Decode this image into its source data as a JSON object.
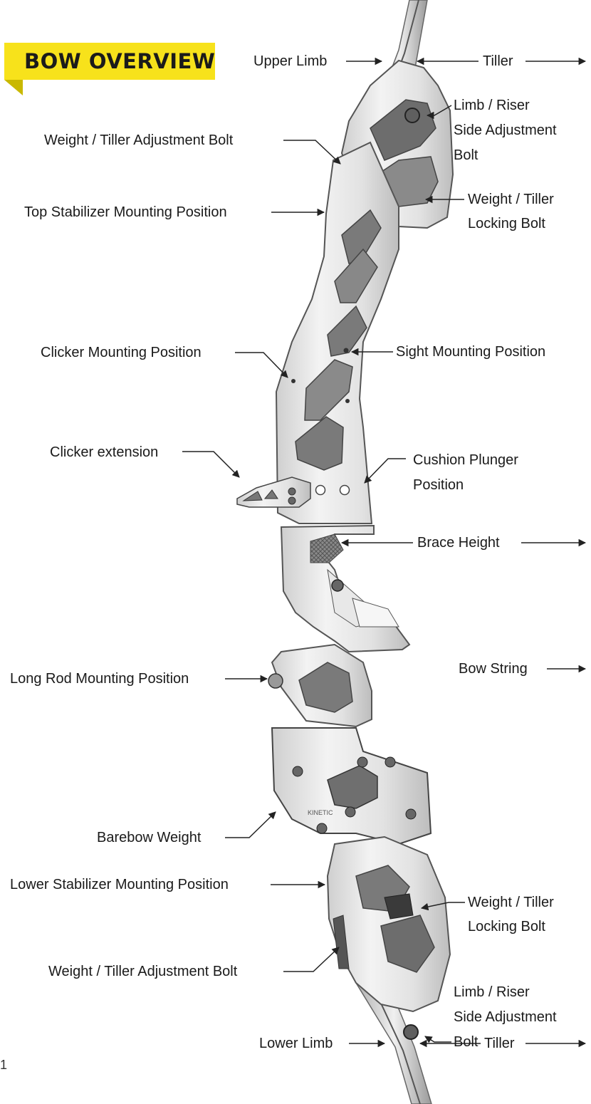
{
  "heading": "BOW OVERVIEW",
  "colors": {
    "banner": "#f7e21b",
    "banner_shadow": "#c9b800",
    "text": "#1a1a1a",
    "leader": "#222222"
  },
  "labels": {
    "upper_limb": "Upper Limb",
    "tiller_top": "Tiller",
    "limb_riser_top": [
      "Limb / Riser",
      "Side Adjustment",
      "Bolt"
    ],
    "weight_tiller_adjust_top": "Weight / Tiller Adjustment Bolt",
    "weight_tiller_lock_top": [
      "Weight / Tiller",
      "Locking Bolt"
    ],
    "top_stabilizer": "Top Stabilizer Mounting Position",
    "clicker_mount": "Clicker Mounting Position",
    "sight_mount": "Sight Mounting Position",
    "clicker_extension": "Clicker extension",
    "cushion_plunger": [
      "Cushion Plunger",
      "Position"
    ],
    "brace_height": "Brace Height",
    "bow_string": "Bow String",
    "long_rod": "Long Rod Mounting Position",
    "barebow_weight": "Barebow Weight",
    "lower_stabilizer": "Lower Stabilizer Mounting Position",
    "weight_tiller_lock_bottom": [
      "Weight / Tiller",
      "Locking Bolt"
    ],
    "weight_tiller_adjust_bottom": "Weight / Tiller Adjustment Bolt",
    "limb_riser_bottom": [
      "Limb / Riser",
      "Side Adjustment",
      "Bolt"
    ],
    "lower_limb": "Lower Limb",
    "tiller_bottom": "Tiller"
  },
  "logo_text": "KINETIC",
  "page_number": "1"
}
